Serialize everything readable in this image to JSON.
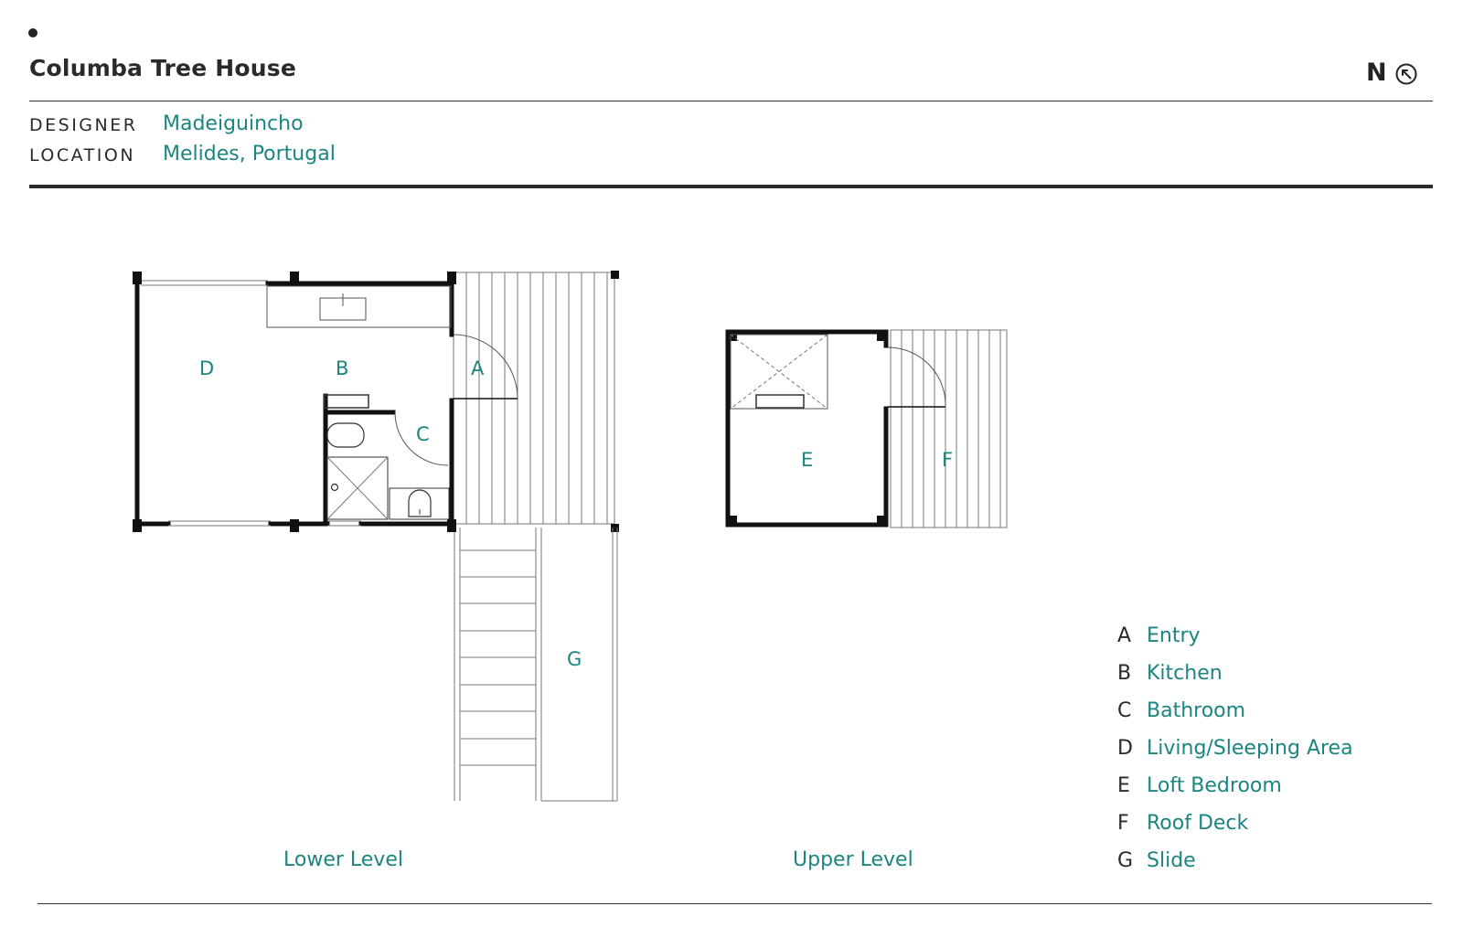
{
  "header": {
    "title": "Columba Tree House",
    "north_label": "N"
  },
  "meta": {
    "designer_key": "DESIGNER",
    "designer_value": "Madeiguincho",
    "location_key": "LOCATION",
    "location_value": "Melides, Portugal"
  },
  "plans": {
    "lower_level_label": "Lower Level",
    "upper_level_label": "Upper Level",
    "room_labels": {
      "A": "A",
      "B": "B",
      "C": "C",
      "D": "D",
      "E": "E",
      "F": "F",
      "G": "G"
    }
  },
  "legend": [
    {
      "letter": "A",
      "name": "Entry"
    },
    {
      "letter": "B",
      "name": "Kitchen"
    },
    {
      "letter": "C",
      "name": "Bathroom"
    },
    {
      "letter": "D",
      "name": "Living/Sleeping Area"
    },
    {
      "letter": "E",
      "name": "Loft Bedroom"
    },
    {
      "letter": "F",
      "name": "Roof Deck"
    },
    {
      "letter": "G",
      "name": "Slide"
    }
  ],
  "colors": {
    "accent": "#1a8581",
    "ink": "#222222"
  }
}
